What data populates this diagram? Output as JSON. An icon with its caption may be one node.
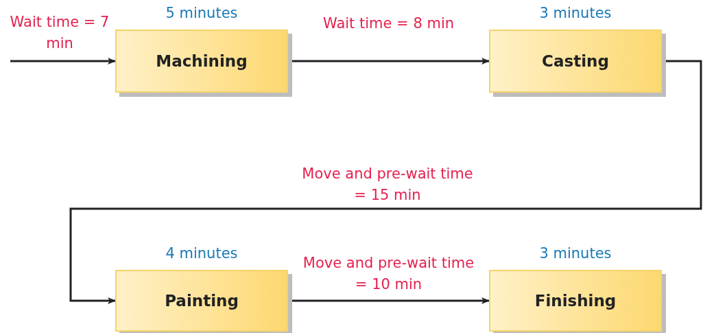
{
  "diagram": {
    "nodes": [
      {
        "text": [
          "Machining"
        ],
        "beside": [
          "5 minutes"
        ]
      },
      {
        "text": [
          "Casting"
        ],
        "beside": [
          "3 minutes"
        ]
      },
      {
        "text": [
          "Painting"
        ],
        "beside": [
          "4 minutes"
        ]
      },
      {
        "text": [
          "Finishing"
        ],
        "beside": [
          "3 minutes"
        ]
      }
    ],
    "edges": [
      {
        "from": null,
        "to": 0,
        "arrow": "to",
        "label": "Wait time = 7 min"
      },
      {
        "from": 0,
        "to": 1,
        "arrow": "to",
        "label": "Wait time = 8 min"
      },
      {
        "from": 1,
        "to": 2,
        "arrow": "to",
        "label": "Move and pre-wait time = 15 min"
      },
      {
        "from": 2,
        "to": 3,
        "arrow": "to",
        "label": "Move and pre-wait time = 10 min"
      }
    ]
  }
}
